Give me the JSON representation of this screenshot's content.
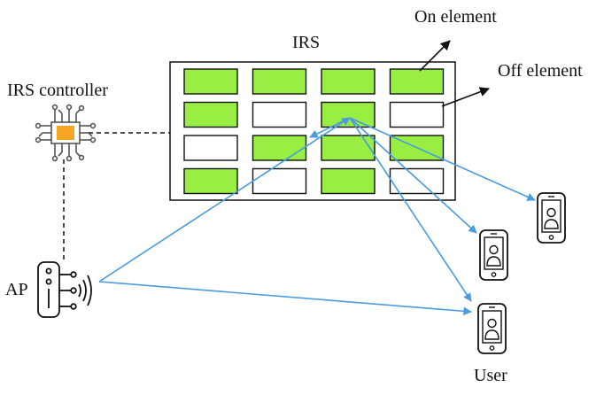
{
  "labels": {
    "irs": "IRS",
    "on_element": "On element",
    "off_element": "Off element",
    "irs_controller": "IRS controller",
    "ap": "AP",
    "user": "User"
  },
  "irs_grid": {
    "rows": 4,
    "cols": 4,
    "states": [
      [
        1,
        1,
        1,
        1
      ],
      [
        1,
        0,
        1,
        0
      ],
      [
        0,
        1,
        1,
        1
      ],
      [
        1,
        0,
        1,
        0
      ]
    ]
  },
  "colors": {
    "on_element": "#99ee44",
    "off_element": "#ffffff",
    "signal": "#4a9be0",
    "outline": "#111111",
    "chip": "#f5a623",
    "chip_lines": "#555555"
  },
  "icons": [
    "chip-icon",
    "access-point-icon",
    "smartphone-icon"
  ]
}
